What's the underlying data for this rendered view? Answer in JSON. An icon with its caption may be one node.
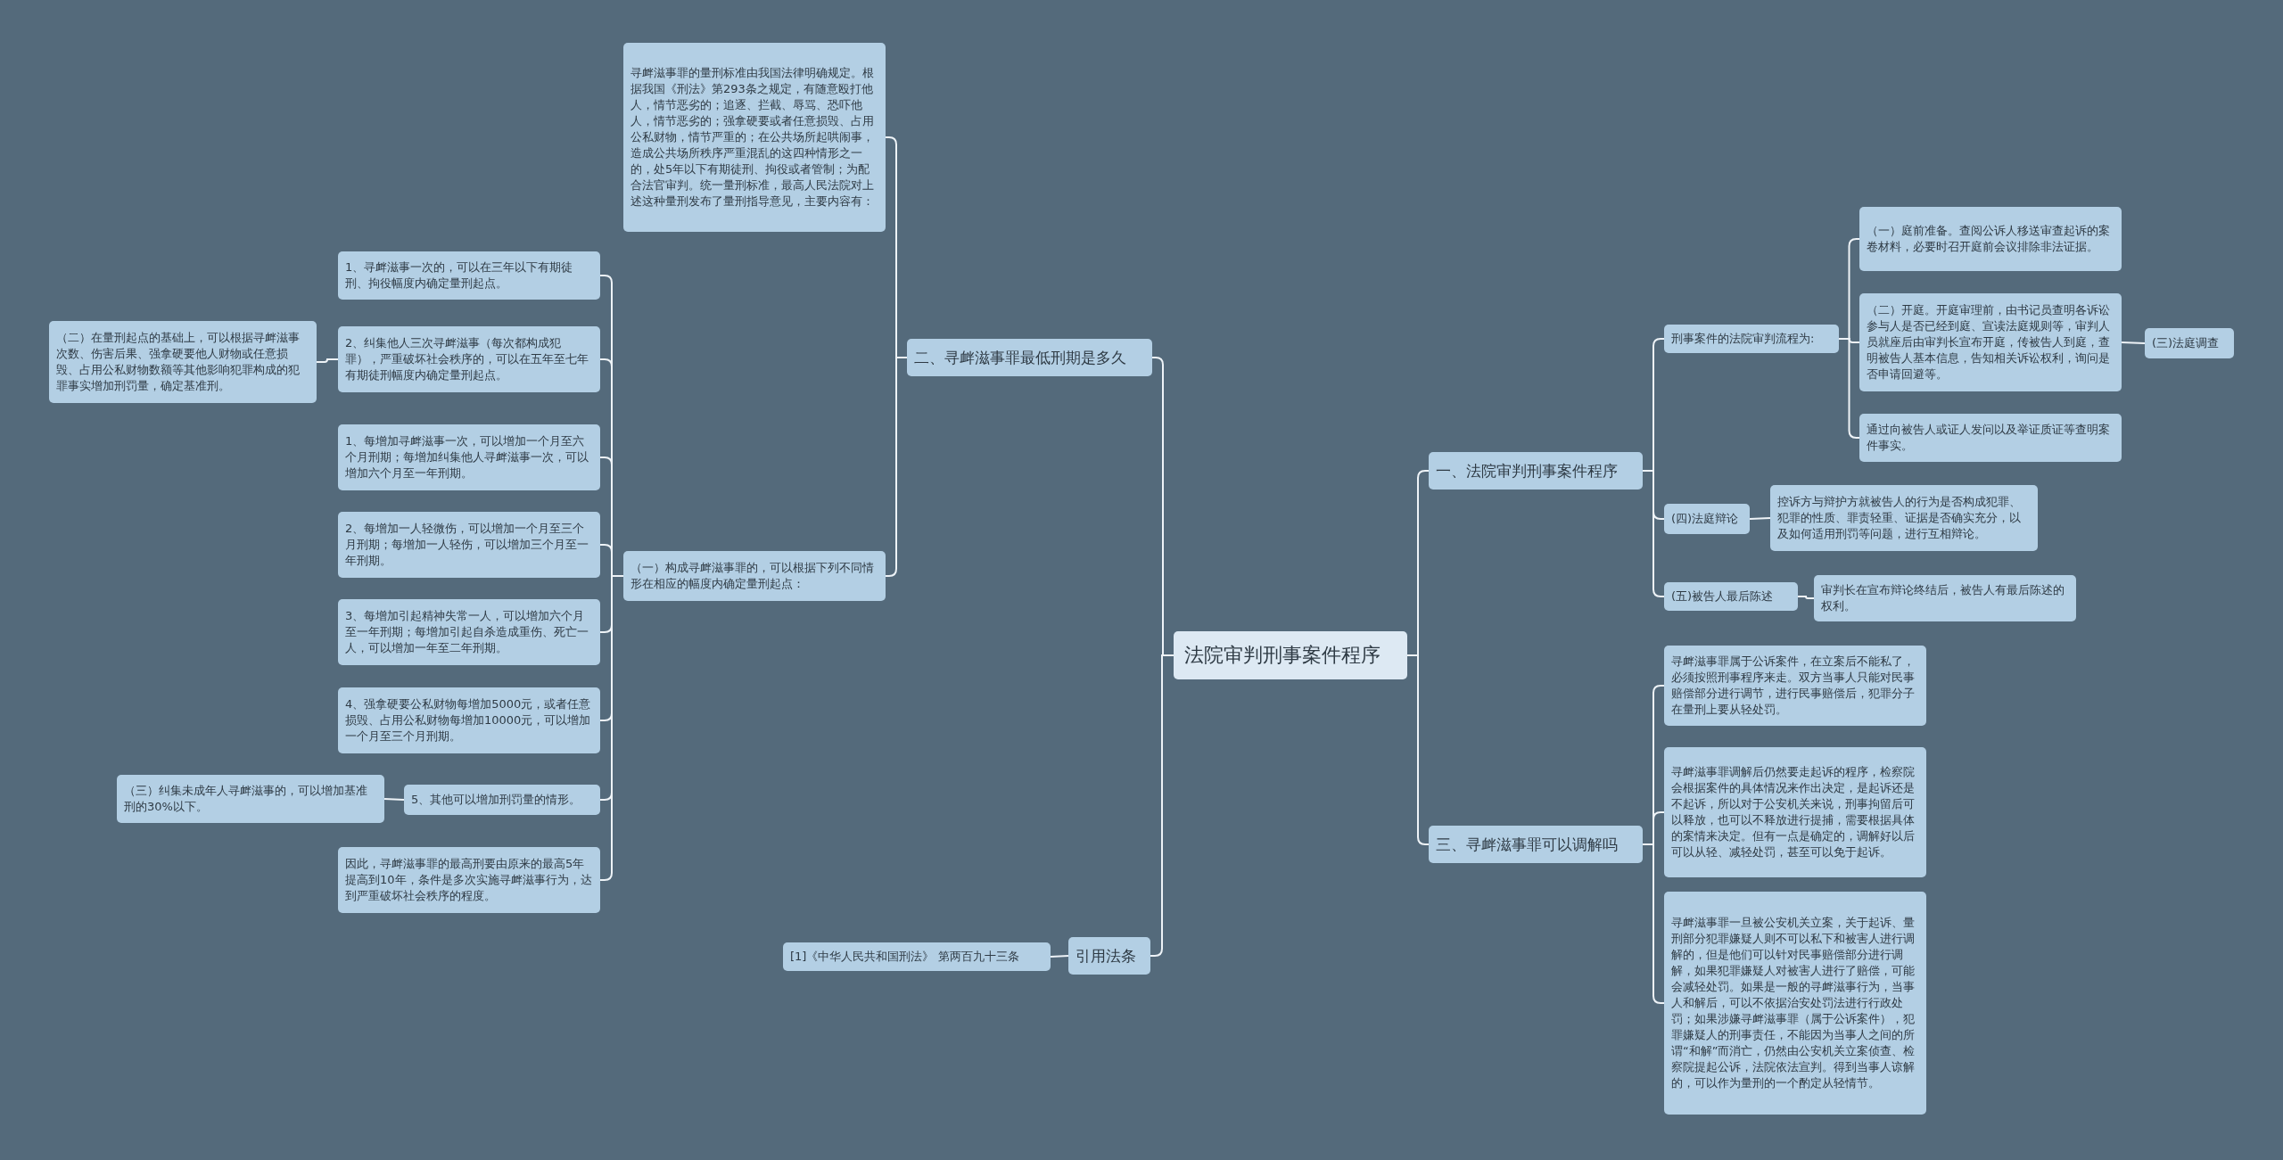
{
  "diagram": {
    "nodes": [
      {
        "text": [
          "法院审判刑事案件程序"
        ]
      },
      {
        "text": [
          "二、寻衅滋事罪最低刑期是多久"
        ]
      },
      {
        "text": [
          "寻衅滋事罪的量刑标准由我国法律明确规定。根据我国《刑法》第293条之规定，有随意殴打他人，情节恶劣的；追逐、拦截、辱骂、恐吓他人，情节恶劣的；强拿硬要或者任意损毁、占用公私财物，情节严重的；在公共场所起哄闹事，造成公共场所秩序严重混乱的这四种情形之一的，处5年以下有期徒刑、拘役或者管制；为配合法官审判。统一量刑标准，最高人民法院对上述这种量刑发布了量刑指导意见，主要内容有："
        ]
      },
      {
        "text": [
          "（一）构成寻衅滋事罪的，可以根据下列不同情形在相应的幅度内确定量刑起点："
        ]
      },
      {
        "text": [
          "1、寻衅滋事一次的，可以在三年以下有期徒刑、拘役幅度内确定量刑起点。"
        ]
      },
      {
        "text": [
          "2、纠集他人三次寻衅滋事（每次都构成犯罪），严重破坏社会秩序的，可以在五年至七年有期徒刑幅度内确定量刑起点。"
        ]
      },
      {
        "text": [
          "（二）在量刑起点的基础上，可以根据寻衅滋事次数、伤害后果、强拿硬要他人财物或任意损毁、占用公私财物数额等其他影响犯罪构成的犯罪事实增加刑罚量，确定基准刑。"
        ]
      },
      {
        "text": [
          "1、每增加寻衅滋事一次，可以增加一个月至六个月刑期；每增加纠集他人寻衅滋事一次，可以增加六个月至一年刑期。"
        ]
      },
      {
        "text": [
          "2、每增加一人轻微伤，可以增加一个月至三个月刑期；每增加一人轻伤，可以增加三个月至一年刑期。"
        ]
      },
      {
        "text": [
          "3、每增加引起精神失常一人，可以增加六个月至一年刑期；每增加引起自杀造成重伤、死亡一人，可以增加一年至二年刑期。"
        ]
      },
      {
        "text": [
          "4、强拿硬要公私财物每增加5000元，或者任意损毁、占用公私财物每增加10000元，可以增加一个月至三个月刑期。"
        ]
      },
      {
        "text": [
          "5、其他可以增加刑罚量的情形。"
        ]
      },
      {
        "text": [
          "（三）纠集未成年人寻衅滋事的，可以增加基准刑的30%以下。"
        ]
      },
      {
        "text": [
          "因此，寻衅滋事罪的最高刑要由原来的最高5年提高到10年，条件是多次实施寻衅滋事行为，达到严重破坏社会秩序的程度。"
        ]
      },
      {
        "text": [
          "引用法条"
        ]
      },
      {
        "text": [
          "[1]《中华人民共和国刑法》 第两百九十三条"
        ]
      },
      {
        "text": [
          "一、法院审判刑事案件程序"
        ]
      },
      {
        "text": [
          "刑事案件的法院审判流程为:"
        ]
      },
      {
        "text": [
          "（一）庭前准备。查阅公诉人移送审查起诉的案卷材料，必要时召开庭前会议排除非法证据。"
        ]
      },
      {
        "text": [
          "（二）开庭。开庭审理前，由书记员查明各诉讼参与人是否已经到庭、宣读法庭规则等，审判人员就座后由审判长宣布开庭，传被告人到庭，查明被告人基本信息，告知相关诉讼权利，询问是否申请回避等。"
        ]
      },
      {
        "text": [
          "(三)法庭调查"
        ]
      },
      {
        "text": [
          "通过向被告人或证人发问以及举证质证等查明案件事实。"
        ]
      },
      {
        "text": [
          "(四)法庭辩论"
        ]
      },
      {
        "text": [
          "控诉方与辩护方就被告人的行为是否构成犯罪、犯罪的性质、罪责轻重、证据是否确实充分，以及如何适用刑罚等问题，进行互相辩论。"
        ]
      },
      {
        "text": [
          "(五)被告人最后陈述"
        ]
      },
      {
        "text": [
          "审判长在宣布辩论终结后，被告人有最后陈述的权利。"
        ]
      },
      {
        "text": [
          "三、寻衅滋事罪可以调解吗"
        ]
      },
      {
        "text": [
          "寻衅滋事罪属于公诉案件，在立案后不能私了，必须按照刑事程序来走。双方当事人只能对民事赔偿部分进行调节，进行民事赔偿后，犯罪分子在量刑上要从轻处罚。"
        ]
      },
      {
        "text": [
          "寻衅滋事罪调解后仍然要走起诉的程序，检察院会根据案件的具体情况来作出决定，是起诉还是不起诉，所以对于公安机关来说，刑事拘留后可以释放，也可以不释放进行提捕，需要根据具体的案情来决定。但有一点是确定的，调解好以后可以从轻、减轻处罚，甚至可以免于起诉。"
        ]
      },
      {
        "text": [
          "寻衅滋事罪一旦被公安机关立案，关于起诉、量刑部分犯罪嫌疑人则不可以私下和被害人进行调解的，但是他们可以针对民事赔偿部分进行调解，如果犯罪嫌疑人对被害人进行了赔偿，可能会减轻处罚。如果是一般的寻衅滋事行为，当事人和解后，可以不依据治安处罚法进行行政处罚；如果涉嫌寻衅滋事罪（属于公诉案件），犯罪嫌疑人的刑事责任，不能因为当事人之间的所谓“和解”而消亡，仍然由公安机关立案侦查、检察院提起公诉，法院依法宣判。得到当事人谅解的，可以作为量刑的一个酌定从轻情节。"
        ]
      }
    ],
    "edges": [
      {
        "from": 0,
        "to": 1,
        "arrow": "none"
      },
      {
        "from": 1,
        "to": 2,
        "arrow": "none"
      },
      {
        "from": 1,
        "to": 3,
        "arrow": "none"
      },
      {
        "from": 3,
        "to": 4,
        "arrow": "none"
      },
      {
        "from": 3,
        "to": 5,
        "arrow": "none"
      },
      {
        "from": 5,
        "to": 6,
        "arrow": "none"
      },
      {
        "from": 3,
        "to": 7,
        "arrow": "none"
      },
      {
        "from": 3,
        "to": 8,
        "arrow": "none"
      },
      {
        "from": 3,
        "to": 9,
        "arrow": "none"
      },
      {
        "from": 3,
        "to": 10,
        "arrow": "none"
      },
      {
        "from": 3,
        "to": 11,
        "arrow": "none"
      },
      {
        "from": 11,
        "to": 12,
        "arrow": "none"
      },
      {
        "from": 3,
        "to": 13,
        "arrow": "none"
      },
      {
        "from": 0,
        "to": 14,
        "arrow": "none"
      },
      {
        "from": 14,
        "to": 15,
        "arrow": "none"
      },
      {
        "from": 0,
        "to": 16,
        "arrow": "none"
      },
      {
        "from": 16,
        "to": 17,
        "arrow": "none"
      },
      {
        "from": 17,
        "to": 18,
        "arrow": "none"
      },
      {
        "from": 17,
        "to": 19,
        "arrow": "none"
      },
      {
        "from": 19,
        "to": 20,
        "arrow": "none"
      },
      {
        "from": 17,
        "to": 21,
        "arrow": "none"
      },
      {
        "from": 16,
        "to": 22,
        "arrow": "none"
      },
      {
        "from": 22,
        "to": 23,
        "arrow": "none"
      },
      {
        "from": 16,
        "to": 24,
        "arrow": "none"
      },
      {
        "from": 24,
        "to": 25,
        "arrow": "none"
      },
      {
        "from": 0,
        "to": 26,
        "arrow": "none"
      },
      {
        "from": 26,
        "to": 27,
        "arrow": "none"
      },
      {
        "from": 26,
        "to": 28,
        "arrow": "none"
      },
      {
        "from": 26,
        "to": 29,
        "arrow": "none"
      }
    ]
  }
}
